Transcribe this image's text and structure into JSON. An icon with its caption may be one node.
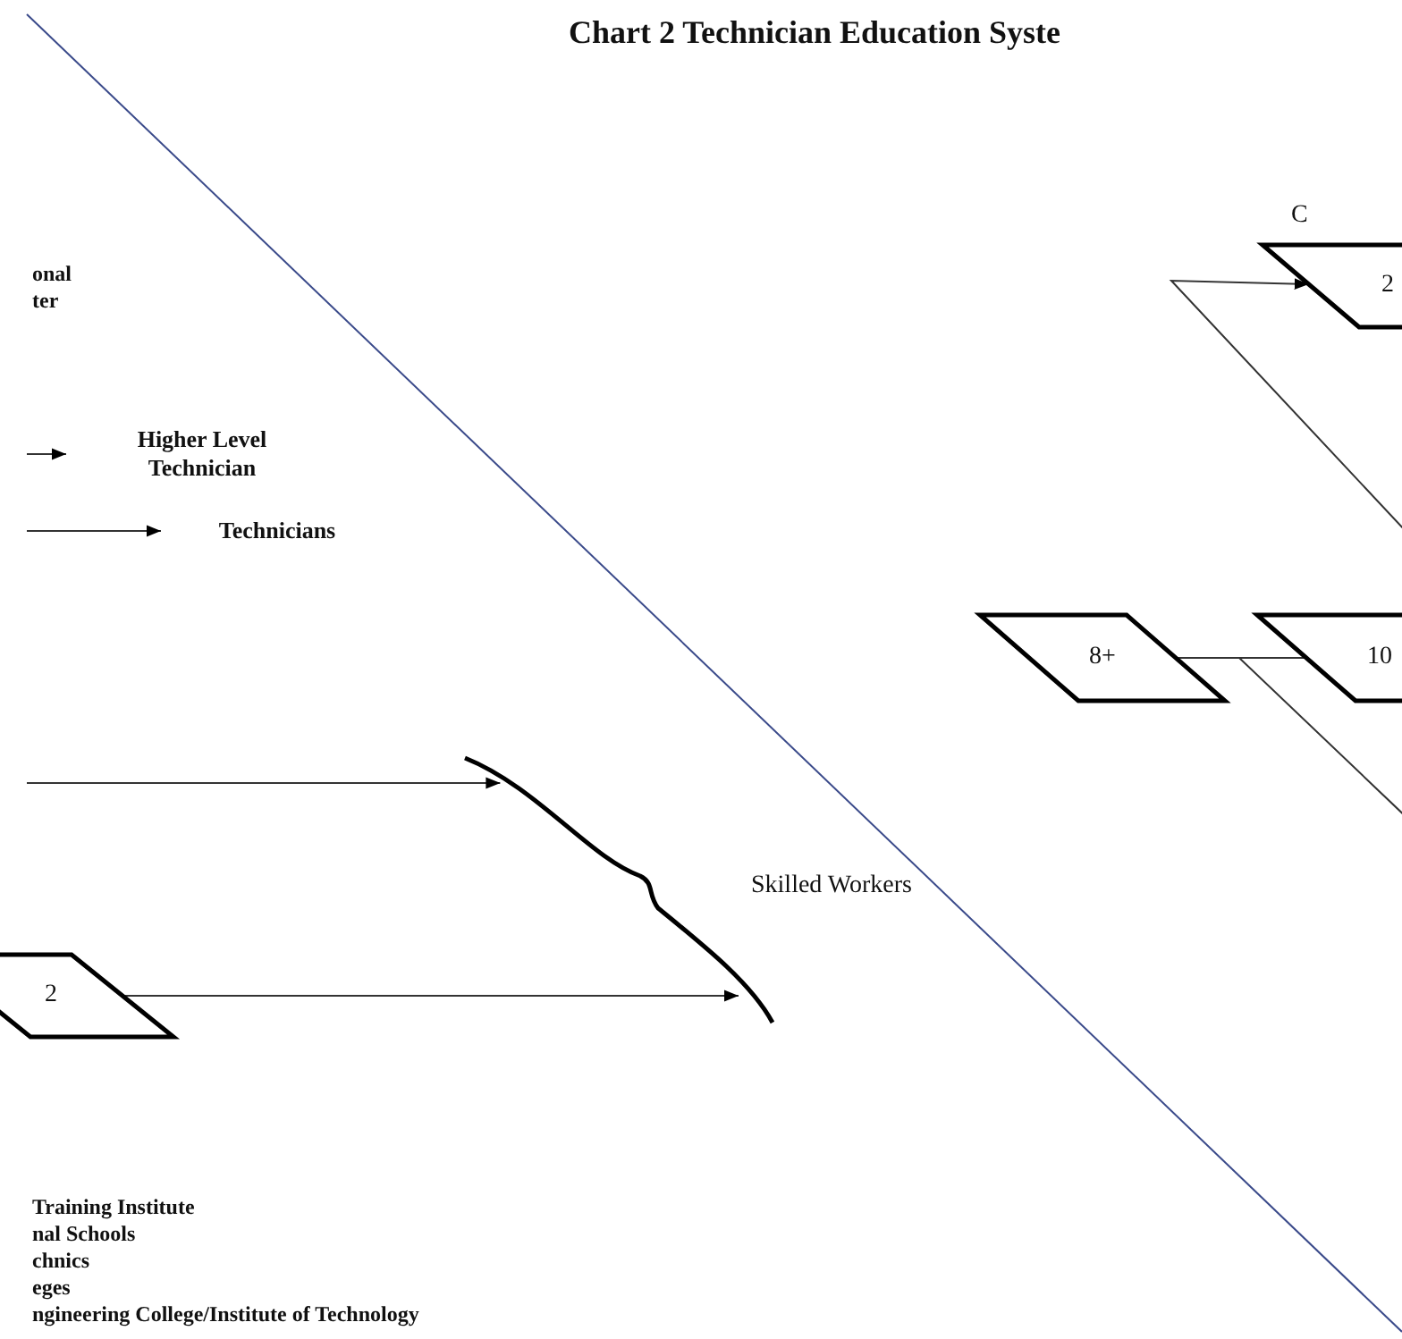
{
  "diagram": {
    "title": "Chart 2 Technician Education Syste",
    "nodes": [
      {
        "text": [
          "2"
        ],
        "beside": [
          "C"
        ]
      },
      {
        "text": [
          "8+"
        ]
      },
      {
        "text": [
          "10"
        ]
      },
      {
        "text": [
          "2"
        ]
      },
      {
        "text": [
          "Skilled Workers"
        ]
      }
    ],
    "edges": [
      {
        "from": null,
        "to": 0,
        "arrow": "to"
      },
      {
        "from": 1,
        "to": 2,
        "arrow": "none"
      },
      {
        "from": 1,
        "to": null,
        "arrow": "none"
      },
      {
        "from": null,
        "to": 4,
        "arrow": "to"
      },
      {
        "from": 3,
        "to": 4,
        "arrow": "to"
      }
    ],
    "labels": [
      "onal",
      "ter",
      "Training Institute",
      "nal Schools",
      "chnics",
      "eges",
      "ngineering College/Institute of Technology"
    ],
    "legend": [
      {
        "text": "Higher Level Technician"
      },
      {
        "text": "Technicians"
      }
    ]
  }
}
